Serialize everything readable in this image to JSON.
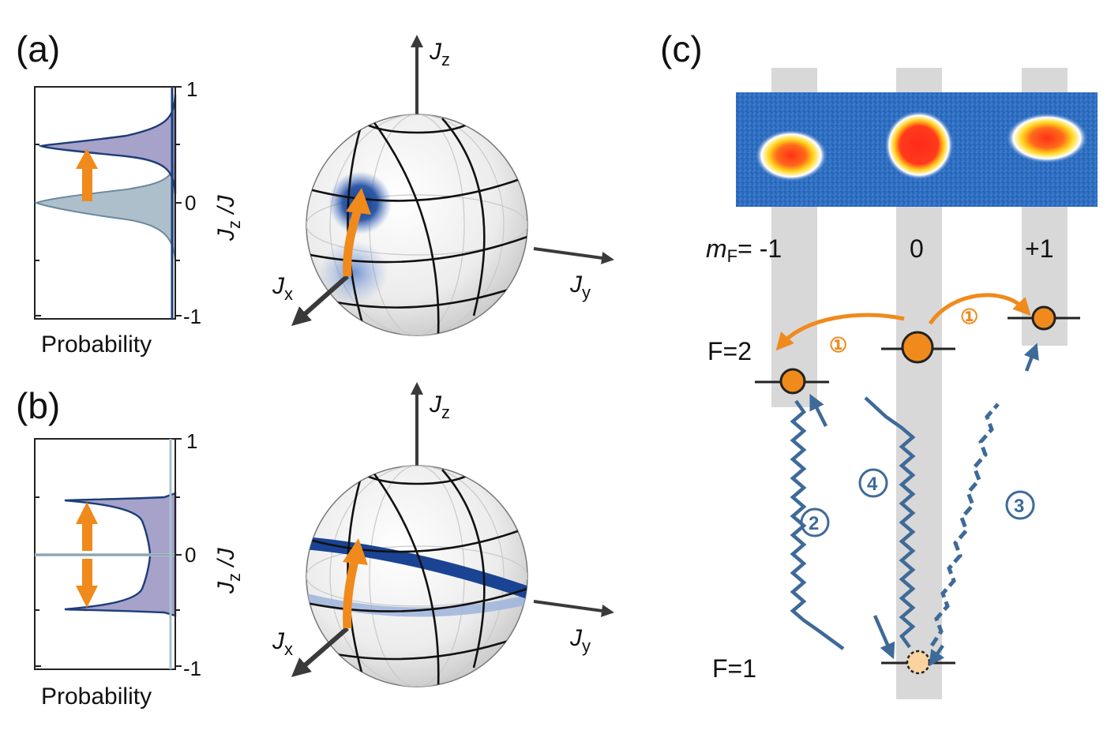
{
  "panels": {
    "a": {
      "label": "(a)"
    },
    "b": {
      "label": "(b)"
    },
    "c": {
      "label": "(c)"
    }
  },
  "distribution_plot": {
    "y_ticks": [
      "1",
      "0",
      "-1"
    ],
    "ylabel_main": "J",
    "ylabel_sub": "z",
    "ylabel_tail": " /J",
    "xlabel": "Probability"
  },
  "bloch": {
    "jx_main": "J",
    "jx_sub": "x",
    "jy_main": "J",
    "jy_sub": "y",
    "jz_main": "J",
    "jz_sub": "z"
  },
  "level_diagram": {
    "mf_main": "m",
    "mf_sub": "F",
    "mf_eq": "= -1",
    "mf_values": [
      "0",
      "+1"
    ],
    "upper_level": "F=2",
    "lower_level": "F=1",
    "steps": [
      "①",
      "①",
      "②",
      "③",
      "④"
    ]
  },
  "colors": {
    "orange": "#f08a1c",
    "dark_blue": "#1d3d7a",
    "light_blue_gray": "#aebfcc",
    "violet_fill": "#9c98c4",
    "arrow_blue": "#3e6a98",
    "column_gray": "#d8d8d8",
    "image_blue": "#2f6fc2"
  }
}
